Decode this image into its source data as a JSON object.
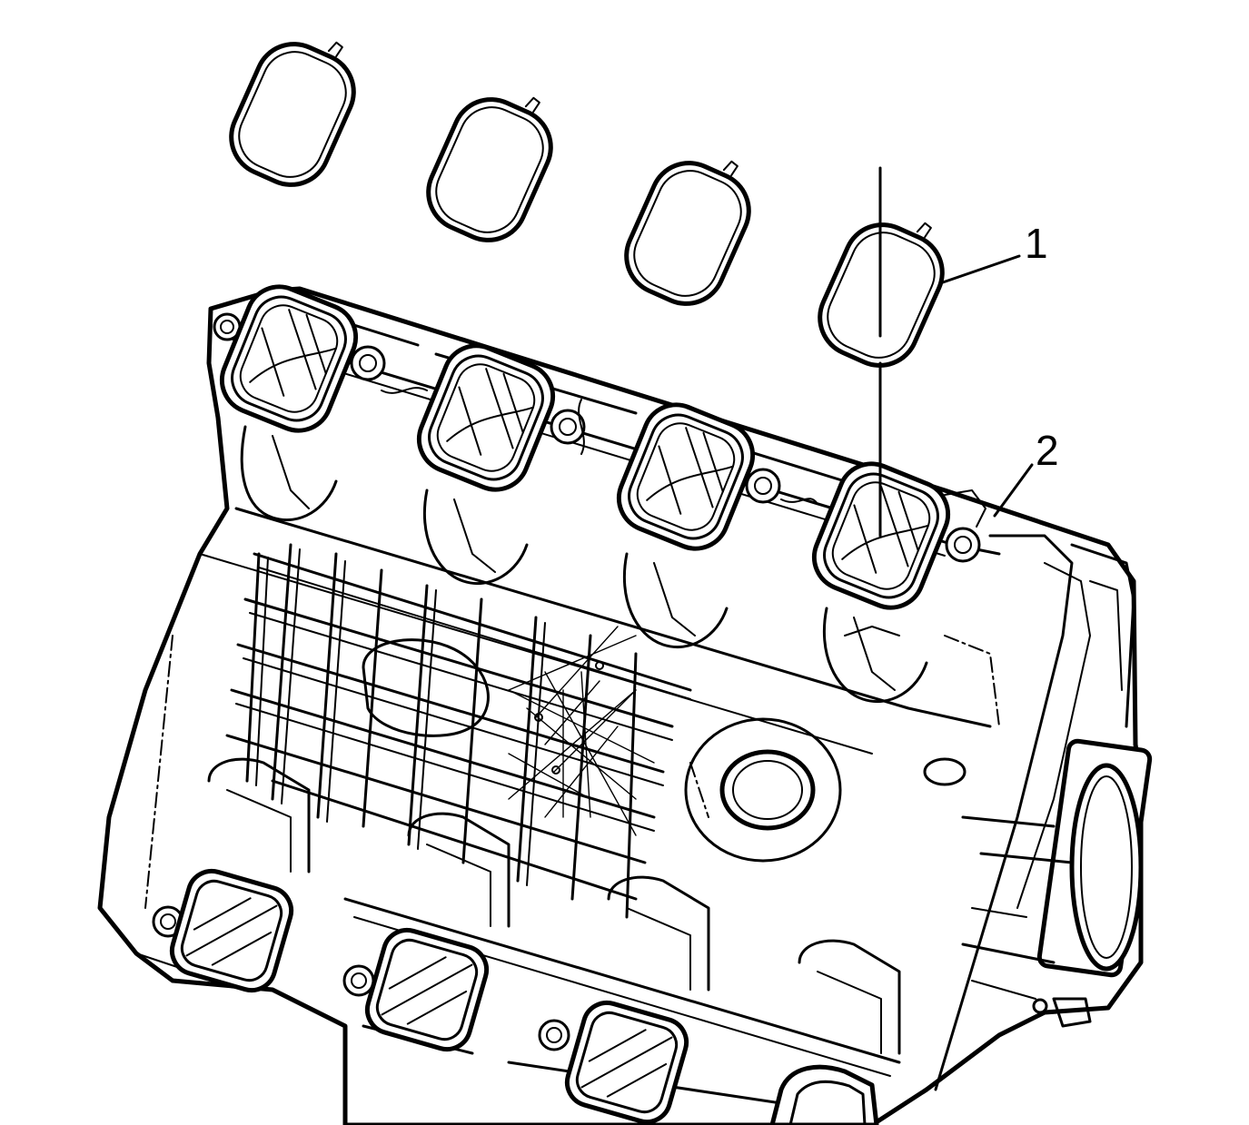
{
  "diagram": {
    "callouts": [
      {
        "id": "1",
        "label": "1"
      },
      {
        "id": "2",
        "label": "2"
      }
    ],
    "colors": {
      "ink": "#000000",
      "background": "#ffffff"
    }
  }
}
